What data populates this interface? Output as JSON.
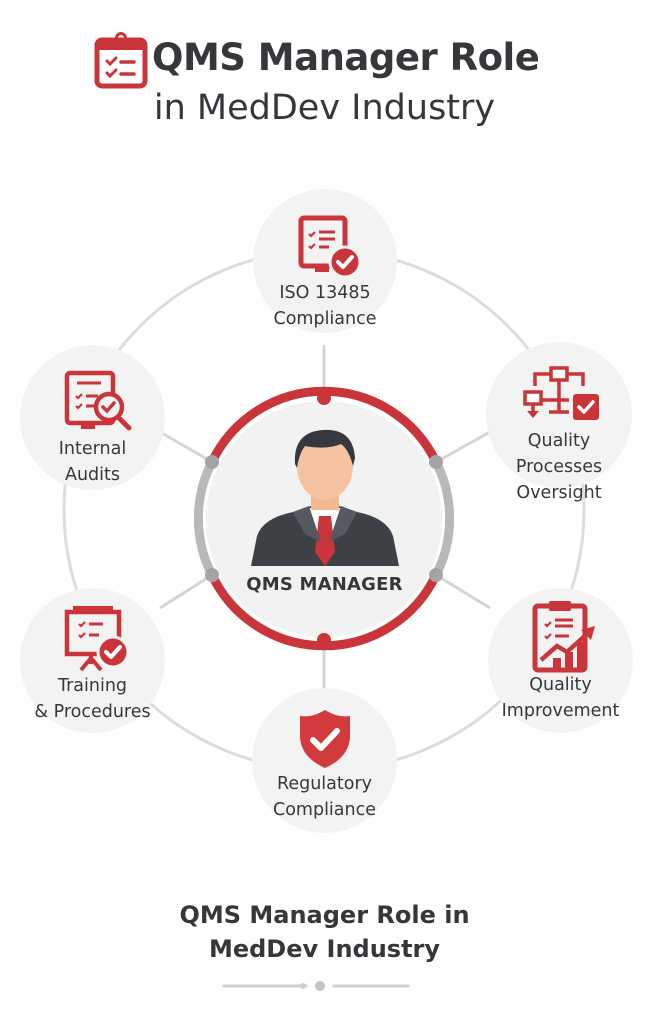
{
  "header": {
    "icon": "clipboard-checklist-icon",
    "title_line1": "QMS Manager Role",
    "title_line2": "in MedDev Industry"
  },
  "center": {
    "label": "QMS MANAGER",
    "icon": "manager-avatar-icon"
  },
  "nodes": [
    {
      "id": "iso",
      "icon": "monitor-checklist-check-icon",
      "lines": [
        "ISO 13485",
        "Compliance"
      ]
    },
    {
      "id": "quality-processes",
      "icon": "flowchart-check-icon",
      "lines": [
        "Quality",
        "Processes",
        "Oversight"
      ]
    },
    {
      "id": "quality-improvement",
      "icon": "clipboard-growth-chart-icon",
      "lines": [
        "Quality",
        "Improvement"
      ]
    },
    {
      "id": "regulatory",
      "icon": "shield-check-icon",
      "lines": [
        "Regulatory",
        "Compliance"
      ]
    },
    {
      "id": "training",
      "icon": "presentation-board-check-icon",
      "lines": [
        "Training",
        "& Procedures"
      ]
    },
    {
      "id": "audits",
      "icon": "document-magnifier-icon",
      "lines": [
        "Internal",
        "Audits"
      ]
    }
  ],
  "footer": {
    "title_line1": "QMS Manager Role in",
    "title_line2": "MedDev Industry"
  },
  "colors": {
    "accent_red": "#c9353a",
    "node_bg": "#f3f3f4",
    "connector_gray": "#d4d4d6",
    "text_dark": "#35373b",
    "ring_gray": "#b9b9bc"
  }
}
